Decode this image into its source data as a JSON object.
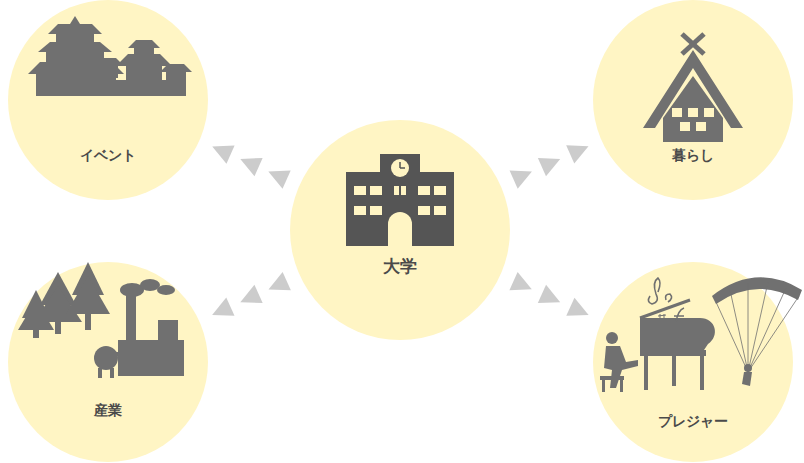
{
  "diagram": {
    "nodes": [
      {
        "text": [
          "イベント"
        ]
      },
      {
        "text": [
          "暮らし"
        ]
      },
      {
        "text": [
          "大学"
        ]
      },
      {
        "text": [
          "産業"
        ]
      },
      {
        "text": [
          "プレジャー"
        ]
      }
    ],
    "edges": [
      {
        "from": 2,
        "to": 0,
        "arrow": "to"
      },
      {
        "from": 2,
        "to": 1,
        "arrow": "to"
      },
      {
        "from": 2,
        "to": 3,
        "arrow": "to"
      },
      {
        "from": 2,
        "to": 4,
        "arrow": "to"
      }
    ]
  }
}
